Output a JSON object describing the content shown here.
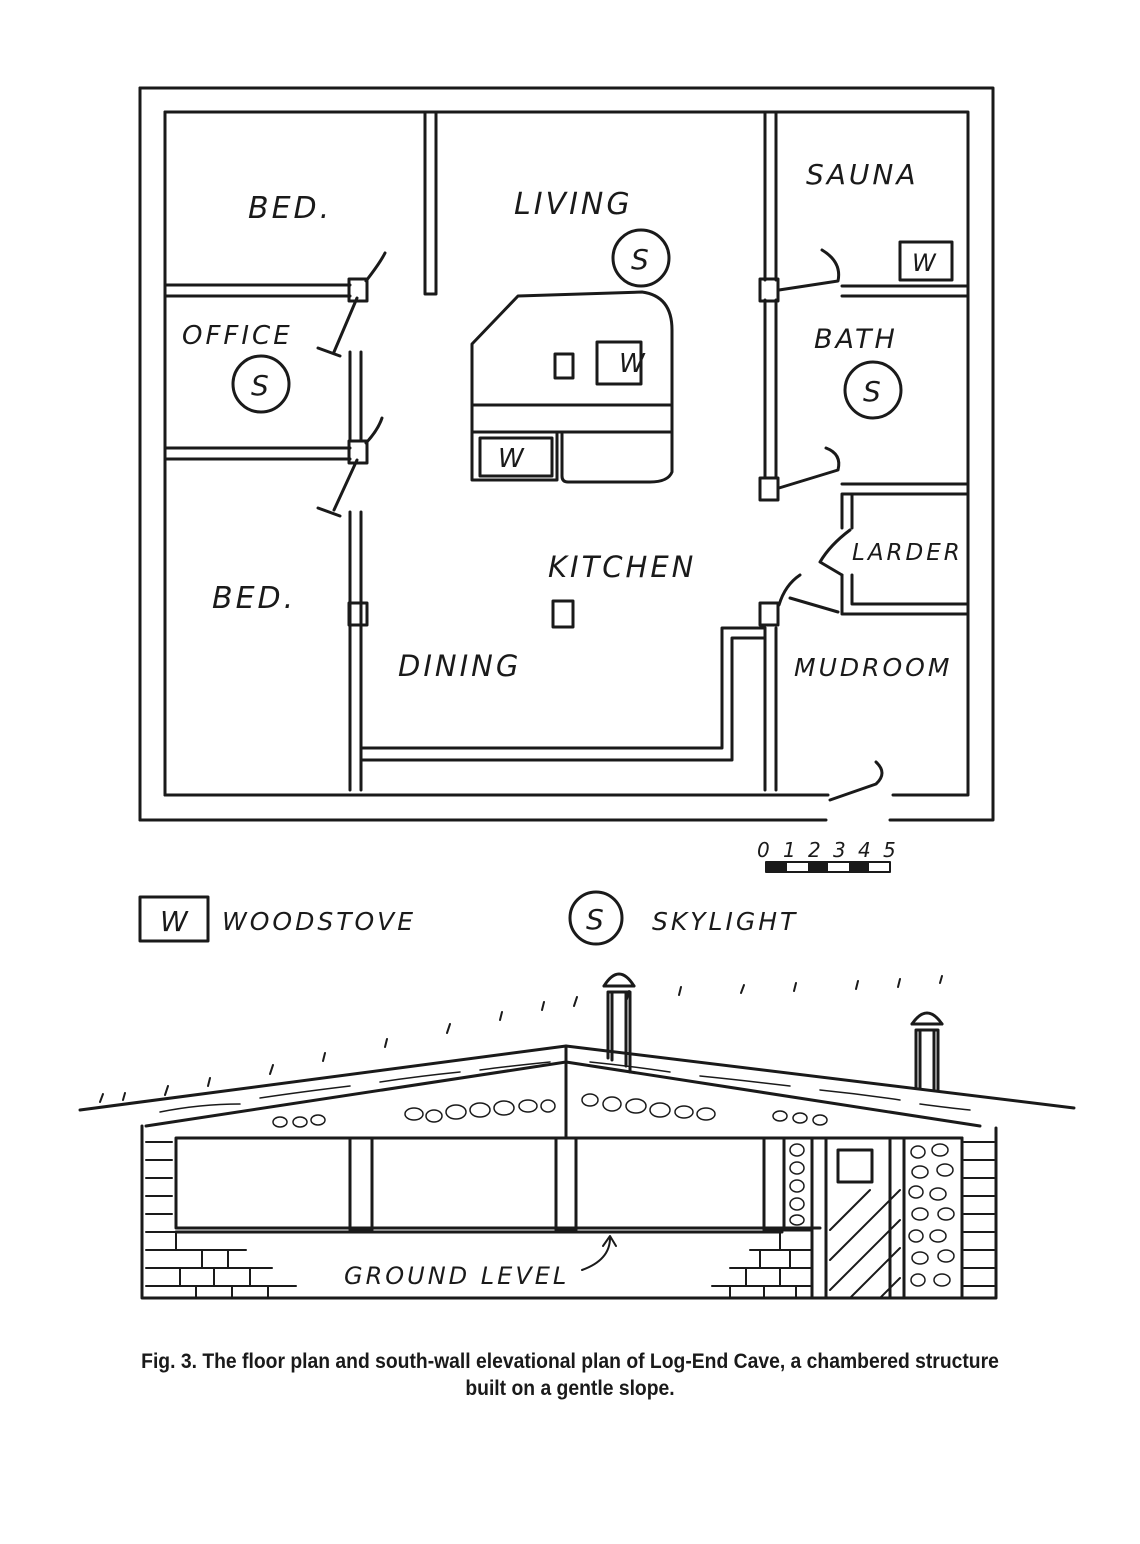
{
  "floor_plan": {
    "rooms": {
      "bed_top": "BED.",
      "living": "LIVING",
      "sauna": "SAUNA",
      "office": "OFFICE",
      "bath": "BATH",
      "larder": "LARDER",
      "kitchen": "KITCHEN",
      "bed_bottom": "BED.",
      "dining": "DINING",
      "mudroom": "MUDROOM"
    },
    "symbols": {
      "woodstove": "W",
      "skylight": "S"
    },
    "scale_labels": [
      "0",
      "1",
      "2",
      "3",
      "4",
      "5"
    ]
  },
  "legend": {
    "woodstove_symbol": "W",
    "woodstove_label": "WOODSTOVE",
    "skylight_symbol": "S",
    "skylight_label": "SKYLIGHT"
  },
  "elevation": {
    "ground_label": "GROUND LEVEL"
  },
  "caption": {
    "line1": "Fig. 3. The floor plan and south-wall elevational plan of Log-End Cave, a chambered structure",
    "line2": "built on a gentle slope."
  },
  "colors": {
    "ink": "#1a1a1a",
    "paper": "#ffffff"
  }
}
